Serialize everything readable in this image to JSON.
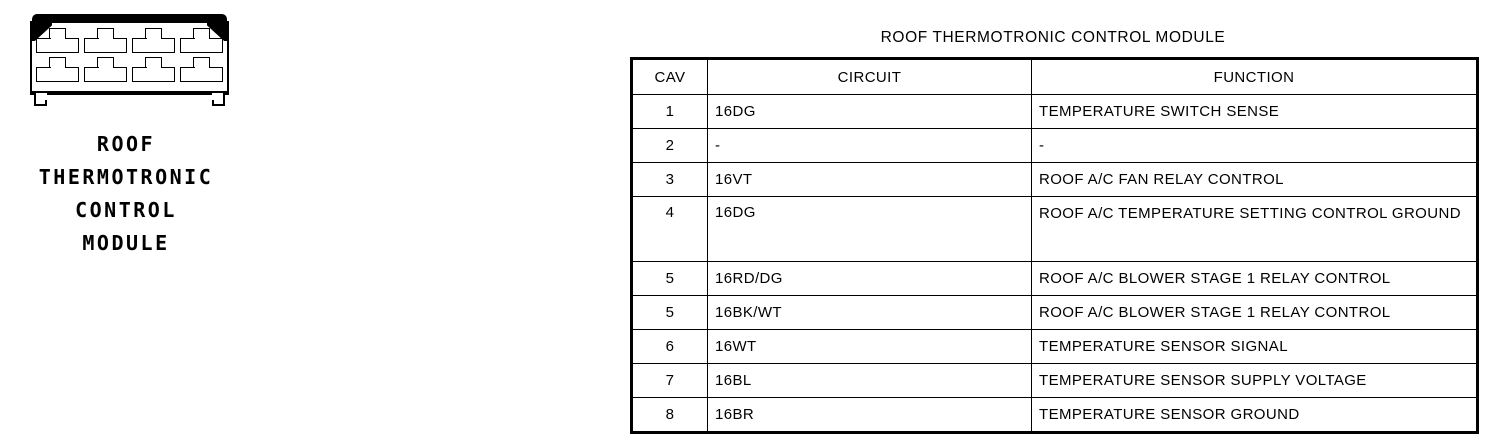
{
  "connector": {
    "label_lines": [
      "ROOF",
      "THERMOTRONIC",
      "CONTROL",
      "MODULE"
    ],
    "cavity_count": 8,
    "rows": 2,
    "per_row": 4,
    "art_name": "8-way-connector-face-view"
  },
  "table": {
    "title": "ROOF THERMOTRONIC CONTROL MODULE",
    "headers": [
      "CAV",
      "CIRCUIT",
      "FUNCTION"
    ],
    "rows": [
      {
        "cav": "1",
        "circuit": "16DG",
        "function": "TEMPERATURE SWITCH SENSE"
      },
      {
        "cav": "2",
        "circuit": "-",
        "function": "-"
      },
      {
        "cav": "3",
        "circuit": "16VT",
        "function": "ROOF A/C FAN RELAY CONTROL"
      },
      {
        "cav": "4",
        "circuit": "16DG",
        "function": "ROOF A/C TEMPERATURE SETTING CONTROL GROUND"
      },
      {
        "cav": "5",
        "circuit": "16RD/DG",
        "function": "ROOF A/C BLOWER STAGE 1 RELAY CONTROL"
      },
      {
        "cav": "5",
        "circuit": "16BK/WT",
        "function": "ROOF A/C BLOWER STAGE 1 RELAY CONTROL"
      },
      {
        "cav": "6",
        "circuit": "16WT",
        "function": "TEMPERATURE SENSOR SIGNAL"
      },
      {
        "cav": "7",
        "circuit": "16BL",
        "function": "TEMPERATURE SENSOR SUPPLY VOLTAGE"
      },
      {
        "cav": "8",
        "circuit": "16BR",
        "function": "TEMPERATURE SENSOR GROUND"
      }
    ]
  },
  "colors": {
    "ink": "#000000",
    "paper": "#ffffff"
  }
}
